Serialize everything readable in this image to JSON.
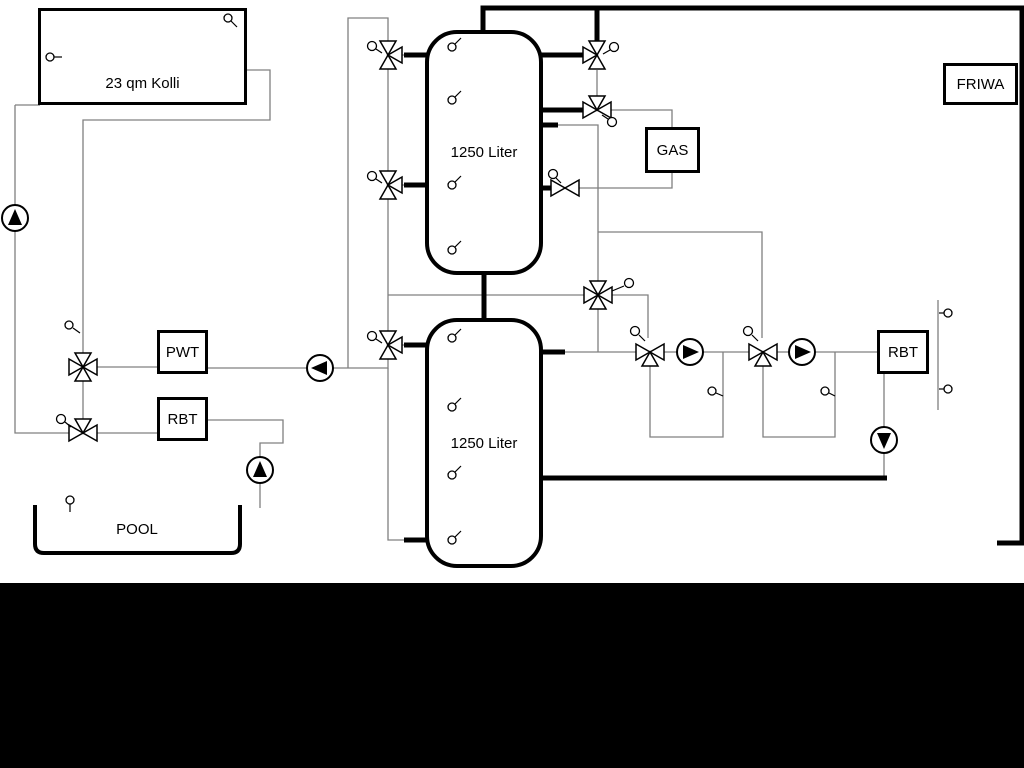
{
  "page": {
    "background": "#ffffff",
    "bottom_band_color": "#000000"
  },
  "colors": {
    "pipe_main": "#000000",
    "pipe_secondary": "#808080",
    "symbol_fill": "#ffffff",
    "symbol_stroke": "#000000"
  },
  "boxes": {
    "collector": {
      "label": "23 qm Kolli"
    },
    "tank_top": {
      "label": "1250 Liter"
    },
    "tank_bottom": {
      "label": "1250 Liter"
    },
    "gas": {
      "label": "GAS"
    },
    "friwa": {
      "label": "FRIWA"
    },
    "pwt": {
      "label": "PWT"
    },
    "rbt_left": {
      "label": "RBT"
    },
    "rbt_right": {
      "label": "RBT"
    },
    "pool": {
      "label": "POOL"
    }
  },
  "symbols": {
    "pumps": [
      {
        "name": "collector-pump",
        "direction": "up"
      },
      {
        "name": "buffer-charge-pump",
        "direction": "left"
      },
      {
        "name": "heating-circuit-1-pump",
        "direction": "right"
      },
      {
        "name": "heating-circuit-2-pump",
        "direction": "right"
      },
      {
        "name": "rbt-return-pump",
        "direction": "down"
      },
      {
        "name": "pool-pump",
        "direction": "up"
      }
    ],
    "three_way_valves": 11,
    "valve_actuators": 10,
    "temperature_sensors": 16
  }
}
